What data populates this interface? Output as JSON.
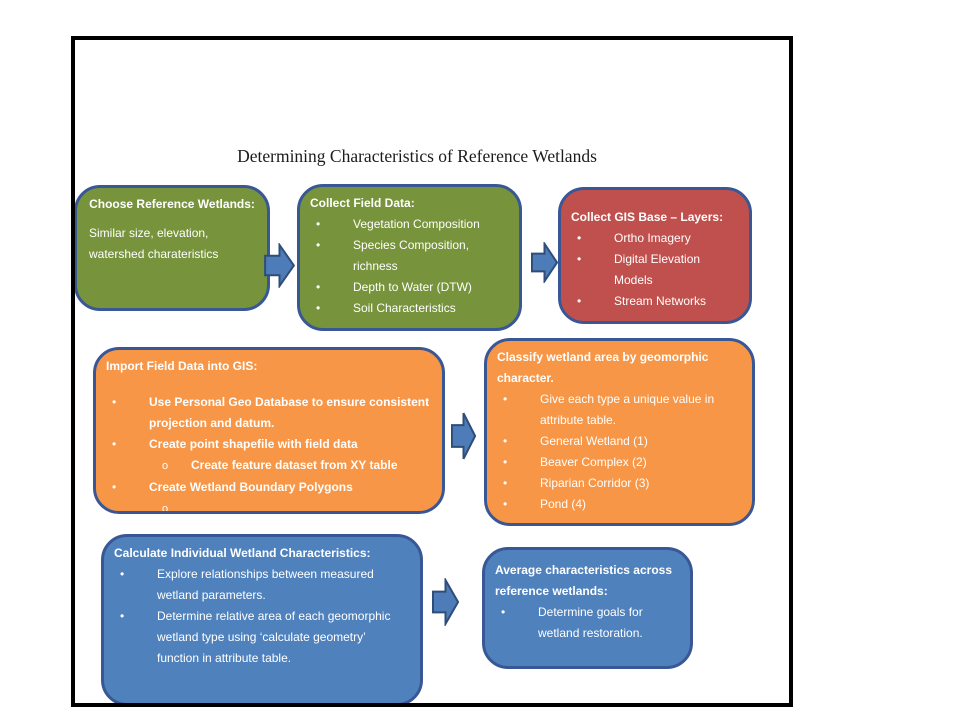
{
  "title": "Determining Characteristics of Reference Wetlands",
  "colors": {
    "green": "#77933C",
    "red": "#C0504D",
    "orange": "#F79646",
    "blue": "#4F81BD",
    "box_border": "#3A5795",
    "arrow_fill": "#4D7CB8",
    "arrow_border": "#2E4E79",
    "slide_border": "#000000"
  },
  "boxes": {
    "choose_reference": {
      "title": "Choose Reference Wetlands:",
      "body": "Similar size, elevation, watershed charateristics"
    },
    "collect_field": {
      "title": "Collect Field Data:",
      "bullets": [
        "Vegetation Composition",
        "Species Composition, richness",
        "Depth to Water (DTW)",
        "Soil Characteristics"
      ]
    },
    "collect_gis": {
      "title": "Collect GIS Base – Layers:",
      "bullets": [
        "Ortho Imagery",
        "Digital Elevation Models",
        "Stream Networks"
      ]
    },
    "import_field": {
      "title": "Import Field Data into GIS:",
      "bullets": [
        "Use Personal Geo Database to ensure consistent projection and datum.",
        "Create point shapefile with field data",
        "Create Wetland Boundary Polygons"
      ],
      "sub_bullet_1": "Create feature dataset from XY table",
      "sub_bullet_2": ""
    },
    "classify": {
      "title": "Classify wetland area by geomorphic character.",
      "bullets": [
        "Give each type a unique value in attribute table.",
        "General Wetland (1)",
        "Beaver Complex (2)",
        "Riparian Corridor (3)",
        "Pond (4)"
      ]
    },
    "calculate": {
      "title": "Calculate Individual Wetland Characteristics:",
      "bullets": [
        "Explore relationships between measured wetland parameters.",
        "Determine relative area of each geomorphic wetland type using ‘calculate geometry’ function in attribute table."
      ]
    },
    "average": {
      "title": "Average characteristics across reference wetlands:",
      "bullets": [
        "Determine goals for wetland restoration."
      ]
    }
  }
}
